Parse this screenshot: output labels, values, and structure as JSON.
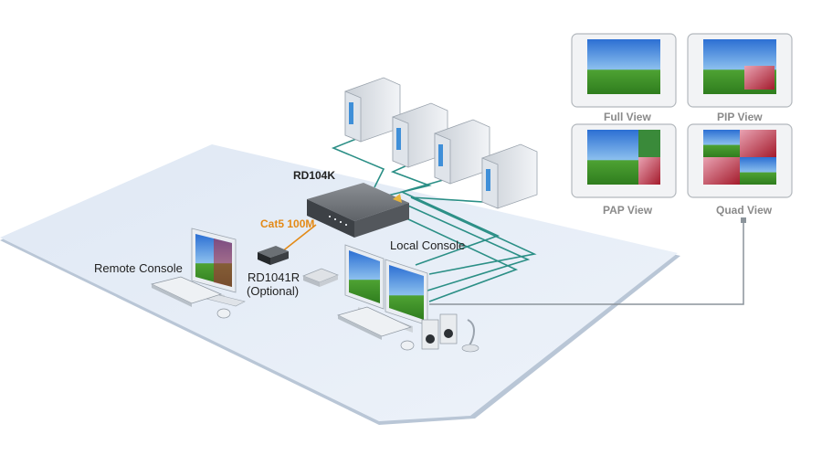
{
  "labels": {
    "device": "RD104K",
    "cable": "Cat5 100M",
    "local_console": "Local Console",
    "remote_console": "Remote Console",
    "receiver_model": "RD1041R",
    "receiver_note": "(Optional)"
  },
  "views": [
    {
      "name": "Full View"
    },
    {
      "name": "PIP View"
    },
    {
      "name": "PAP View"
    },
    {
      "name": "Quad View"
    }
  ],
  "colors": {
    "floor": "#e4ecf6",
    "connection": "#2b8f86",
    "cat5": "#e38a17",
    "view_link": "#8c949b",
    "view_label": "#8a8a8a"
  }
}
